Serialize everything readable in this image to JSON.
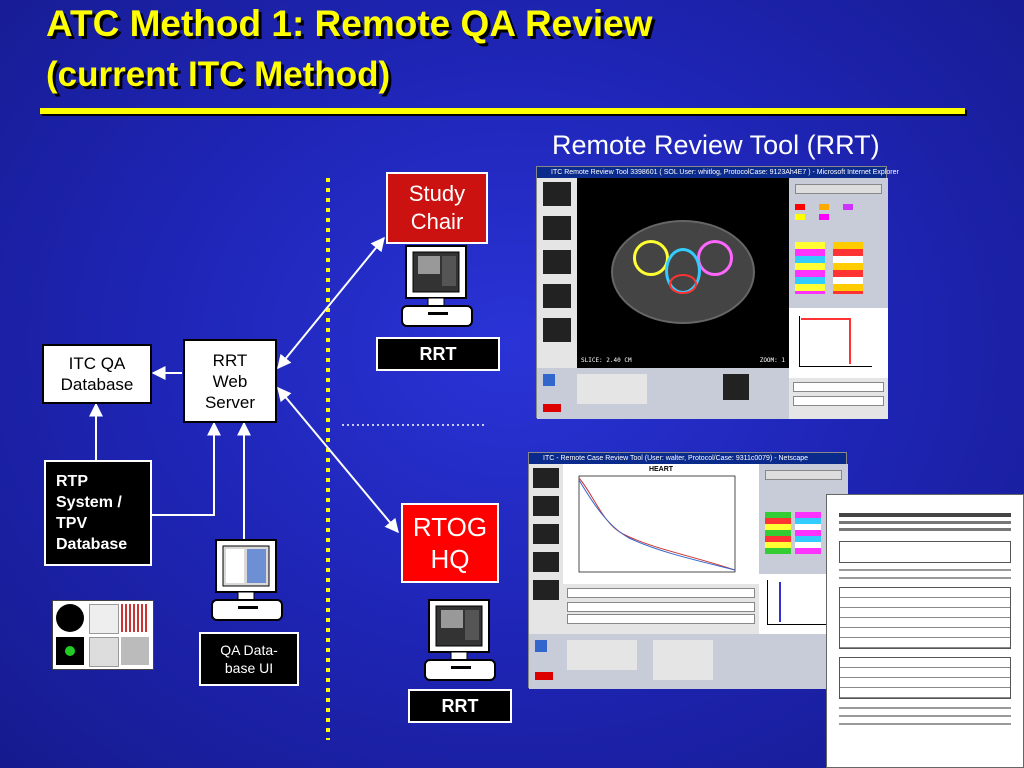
{
  "slide": {
    "title": "ATC Method 1: Remote QA Review",
    "subtitle": "(current ITC Method)",
    "rrt_heading": "Remote Review Tool (RRT)"
  },
  "nodes": {
    "itc_qa_db": "ITC QA\nDatabase",
    "rrt_web_server": "RRT\nWeb\nServer",
    "rtp_system": "RTP\nSystem /\nTPV\nDatabase",
    "study_chair": "Study\nChair",
    "rrt_top_label": "RRT",
    "rtog_hq": "RTOG\nHQ",
    "rrt_bottom_label": "RRT",
    "qa_database_ui": "QA Data-\nbase UI"
  },
  "screenshots": {
    "top_window_title": "ITC Remote Review Tool 3398601 ( SOL User: whitlog, ProtocolCase: 9123Ah4E7 ) - Microsoft Internet Explorer",
    "top_slice_label": "SLICE: 2.40 CM",
    "top_zoom_label": "ZOOM: 1",
    "bottom_window_title": "ITC - Remote Case Review Tool (User: walter, Protocol/Case: 9311c0079) - Netscape",
    "bottom_dvh_title": "HEART"
  },
  "colors": {
    "background": "#1f26b8",
    "title": "#ffff00",
    "red_box": "#cc1111",
    "rtog_box": "#ff0000",
    "divider": "#ffff00"
  }
}
